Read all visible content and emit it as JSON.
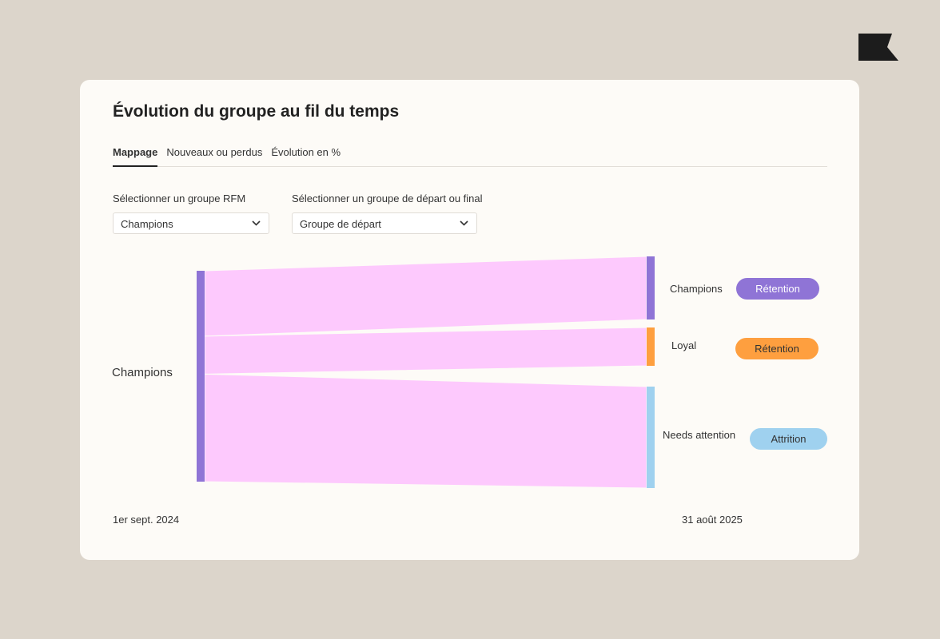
{
  "title": "Évolution du groupe au fil du temps",
  "tabs": [
    {
      "label": "Mappage",
      "active": true
    },
    {
      "label": "Nouveaux ou perdus"
    },
    {
      "label": "Évolution en %"
    }
  ],
  "filters": {
    "rfm_label": "Sélectionner un groupe RFM",
    "rfm_value": "Champions",
    "group_label": "Sélectionner un groupe de départ ou final",
    "group_value": "Groupe de départ"
  },
  "chart_data": {
    "type": "sankey",
    "source": {
      "name": "Champions",
      "color": "#8f74d6"
    },
    "targets": [
      {
        "name": "Champions",
        "color": "#8f74d6",
        "share": 0.31,
        "badge": "Rétention",
        "badge_color": "#8f74d6",
        "badge_text_color": "#ffffff"
      },
      {
        "name": "Loyal",
        "color": "#fe9f3f",
        "share": 0.18,
        "badge": "Rétention",
        "badge_color": "#fe9f3f",
        "badge_text_color": "#333333"
      },
      {
        "name": "Needs attention",
        "color": "#9fd1ef",
        "share": 0.51,
        "badge": "Attrition",
        "badge_color": "#9fd1ef",
        "badge_text_color": "#333333"
      }
    ],
    "link_color": "#fdc9fd",
    "start_date": "1er sept. 2024",
    "end_date": "31 août 2025"
  }
}
